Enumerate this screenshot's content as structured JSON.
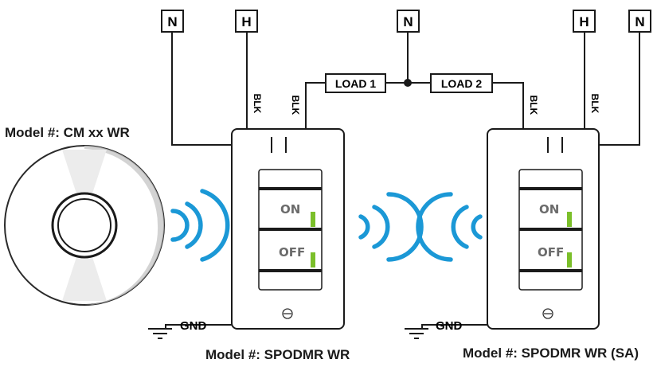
{
  "terminals": {
    "left_n": "N",
    "left_h": "H",
    "center_n": "N",
    "right_h": "H",
    "right_n": "N"
  },
  "loads": {
    "load1": "LOAD 1",
    "load2": "LOAD 2"
  },
  "wire_labels": {
    "left_blk_a": "BLK",
    "left_blk_b": "BLK",
    "right_blk_a": "BLK",
    "right_blk_b": "BLK"
  },
  "ground": {
    "left": "GND",
    "right": "GND"
  },
  "switch_left": {
    "on_label": "ON",
    "off_label": "OFF",
    "model": "Model #: SPODMR WR"
  },
  "switch_right": {
    "on_label": "ON",
    "off_label": "OFF",
    "model": "Model #: SPODMR WR (SA)"
  },
  "sensor": {
    "model": "Model #: CM xx WR"
  },
  "colors": {
    "wireless_waves": "#1b98d6",
    "led_indicator": "#7bbf2a",
    "wiring": "#1a1a1a"
  },
  "icons": [
    "ceiling-sensor-icon",
    "wireless-signal-icon",
    "ground-symbol-icon",
    "relay-contact-icon",
    "led-indicator-icon"
  ]
}
